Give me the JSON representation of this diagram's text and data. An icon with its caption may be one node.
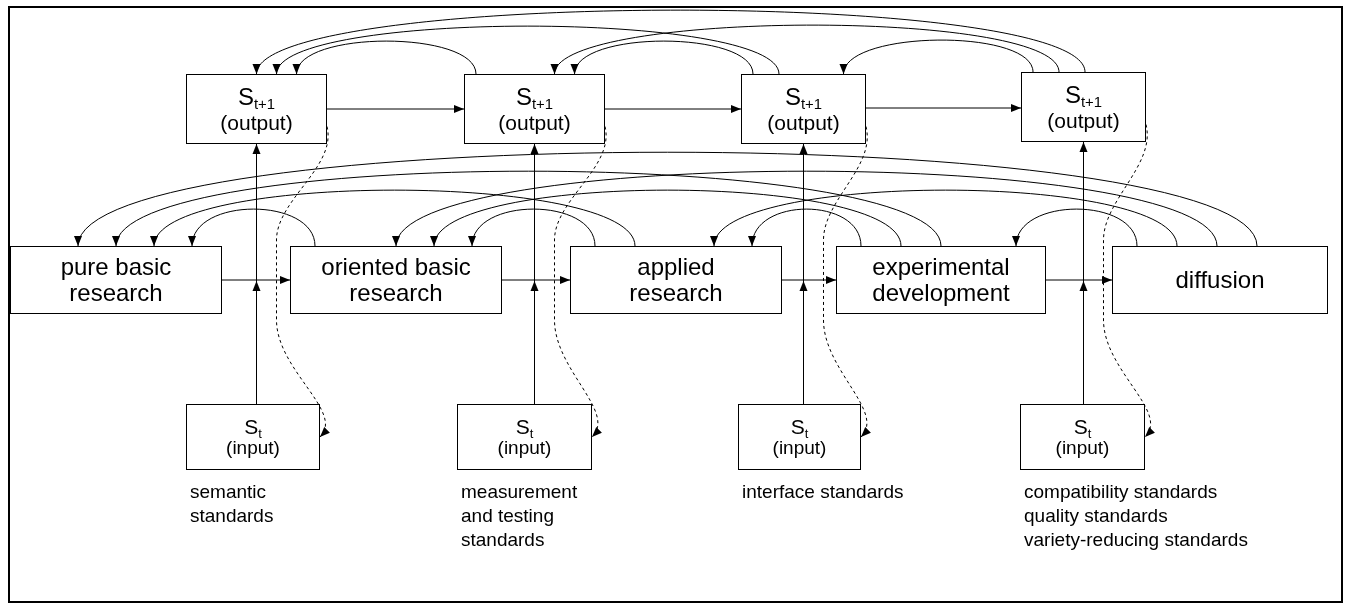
{
  "diagram": {
    "nodes": [
      {
        "text": [
          "S$_{t+1}$",
          "(output)"
        ]
      },
      {
        "text": [
          "S$_{t+1}$",
          "(output)"
        ]
      },
      {
        "text": [
          "S$_{t+1}$",
          "(output)"
        ]
      },
      {
        "text": [
          "S$_{t+1}$",
          "(output)"
        ]
      },
      {
        "text": [
          "pure basic research"
        ]
      },
      {
        "text": [
          "oriented basic research"
        ]
      },
      {
        "text": [
          "applied research"
        ]
      },
      {
        "text": [
          "experimental development"
        ]
      },
      {
        "text": [
          "diffusion"
        ]
      },
      {
        "text": [
          "S$_{t}$",
          "(input)"
        ],
        "beside": [
          "semantic standards"
        ]
      },
      {
        "text": [
          "S$_{t}$",
          "(input)"
        ],
        "beside": [
          "measurement and testing standards"
        ]
      },
      {
        "text": [
          "S$_{t}$",
          "(input)"
        ],
        "beside": [
          "interface standards"
        ]
      },
      {
        "text": [
          "S$_{t}$",
          "(input)"
        ],
        "beside": [
          "compatibility standards",
          "quality standards",
          "variety-reducing standards"
        ]
      }
    ],
    "edges": [
      {
        "from": 0,
        "to": 1,
        "arrow": "to"
      },
      {
        "from": 1,
        "to": 2,
        "arrow": "to"
      },
      {
        "from": 2,
        "to": 3,
        "arrow": "to"
      },
      {
        "from": 1,
        "to": 0,
        "arrow": "to"
      },
      {
        "from": 2,
        "to": 0,
        "arrow": "to"
      },
      {
        "from": 3,
        "to": 0,
        "arrow": "to"
      },
      {
        "from": 2,
        "to": 1,
        "arrow": "to"
      },
      {
        "from": 3,
        "to": 1,
        "arrow": "to"
      },
      {
        "from": 3,
        "to": 2,
        "arrow": "to"
      },
      {
        "from": 4,
        "to": 5,
        "arrow": "to"
      },
      {
        "from": 5,
        "to": 6,
        "arrow": "to"
      },
      {
        "from": 6,
        "to": 7,
        "arrow": "to"
      },
      {
        "from": 7,
        "to": 8,
        "arrow": "to"
      },
      {
        "from": 5,
        "to": 4,
        "arrow": "to"
      },
      {
        "from": 6,
        "to": 4,
        "arrow": "to"
      },
      {
        "from": 7,
        "to": 4,
        "arrow": "to"
      },
      {
        "from": 8,
        "to": 4,
        "arrow": "to"
      },
      {
        "from": 6,
        "to": 5,
        "arrow": "to"
      },
      {
        "from": 7,
        "to": 5,
        "arrow": "to"
      },
      {
        "from": 8,
        "to": 5,
        "arrow": "to"
      },
      {
        "from": 7,
        "to": 6,
        "arrow": "to"
      },
      {
        "from": 8,
        "to": 6,
        "arrow": "to"
      },
      {
        "from": 8,
        "to": 7,
        "arrow": "to"
      },
      {
        "from": 9,
        "to": 0,
        "arrow": "to"
      },
      {
        "from": 10,
        "to": 1,
        "arrow": "to"
      },
      {
        "from": 11,
        "to": 2,
        "arrow": "to"
      },
      {
        "from": 12,
        "to": 3,
        "arrow": "to"
      },
      {
        "from": 0,
        "to": 9,
        "arrow": "to",
        "style": "dashed"
      },
      {
        "from": 1,
        "to": 10,
        "arrow": "to",
        "style": "dashed"
      },
      {
        "from": 2,
        "to": 11,
        "arrow": "to",
        "style": "dashed"
      },
      {
        "from": 3,
        "to": 12,
        "arrow": "to",
        "style": "dashed"
      }
    ]
  }
}
